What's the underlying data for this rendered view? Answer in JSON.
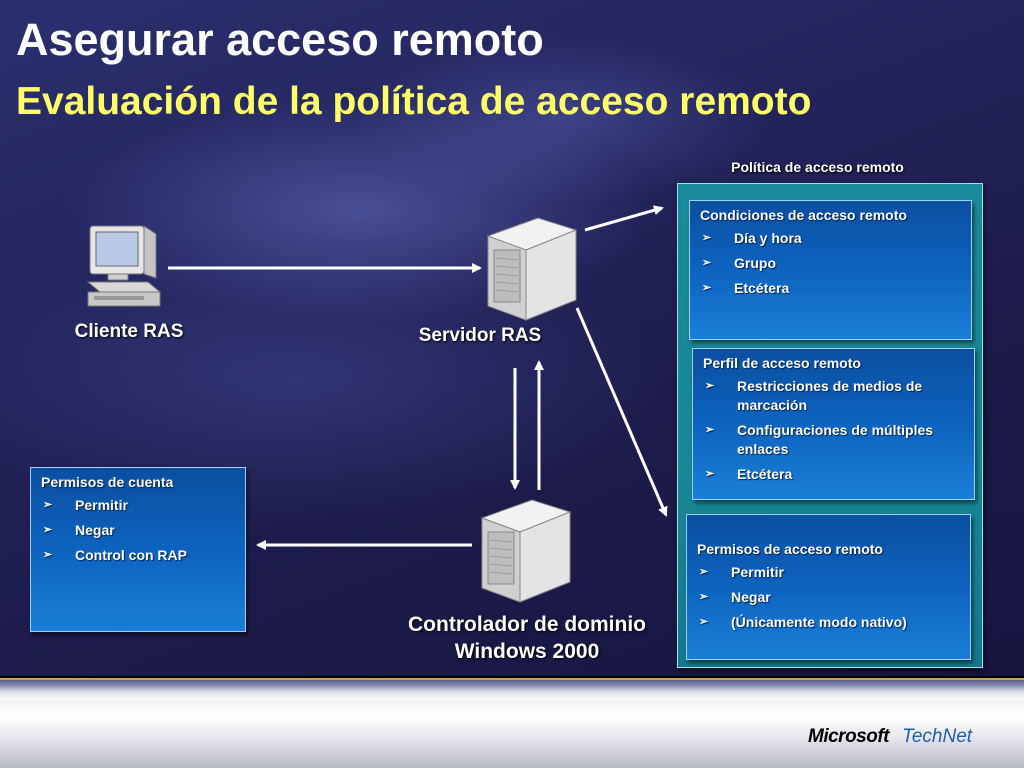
{
  "slide": {
    "title": "Asegurar acceso remoto",
    "subtitle": "Evaluación de la política de acceso remoto"
  },
  "nodes": {
    "client": "Cliente RAS",
    "server": "Servidor RAS",
    "dc_line1": "Controlador de dominio",
    "dc_line2": "Windows 2000"
  },
  "policy_panel": {
    "title": "Política de acceso remoto",
    "conditions": {
      "title": "Condiciones de acceso remoto",
      "items": [
        "Día y hora",
        "Grupo",
        "Etcétera"
      ]
    },
    "profile": {
      "title": "Perfil de acceso remoto",
      "items": [
        "Restricciones de medios de marcación",
        "Configuraciones de múltiples enlaces",
        "Etcétera"
      ]
    },
    "permissions": {
      "title": "Permisos de acceso remoto",
      "items": [
        "Permitir",
        "Negar",
        "(Únicamente modo nativo)"
      ]
    }
  },
  "account_permissions": {
    "title": "Permisos de cuenta",
    "items": [
      "Permitir",
      "Negar",
      "Control con RAP"
    ]
  },
  "footer": {
    "brand_microsoft": "Microsoft",
    "brand_technet": "TechNet"
  },
  "colors": {
    "title": "#ffffff",
    "subtitle": "#ffff66",
    "box_blue": "#0d63bf",
    "panel_teal": "#188796"
  }
}
